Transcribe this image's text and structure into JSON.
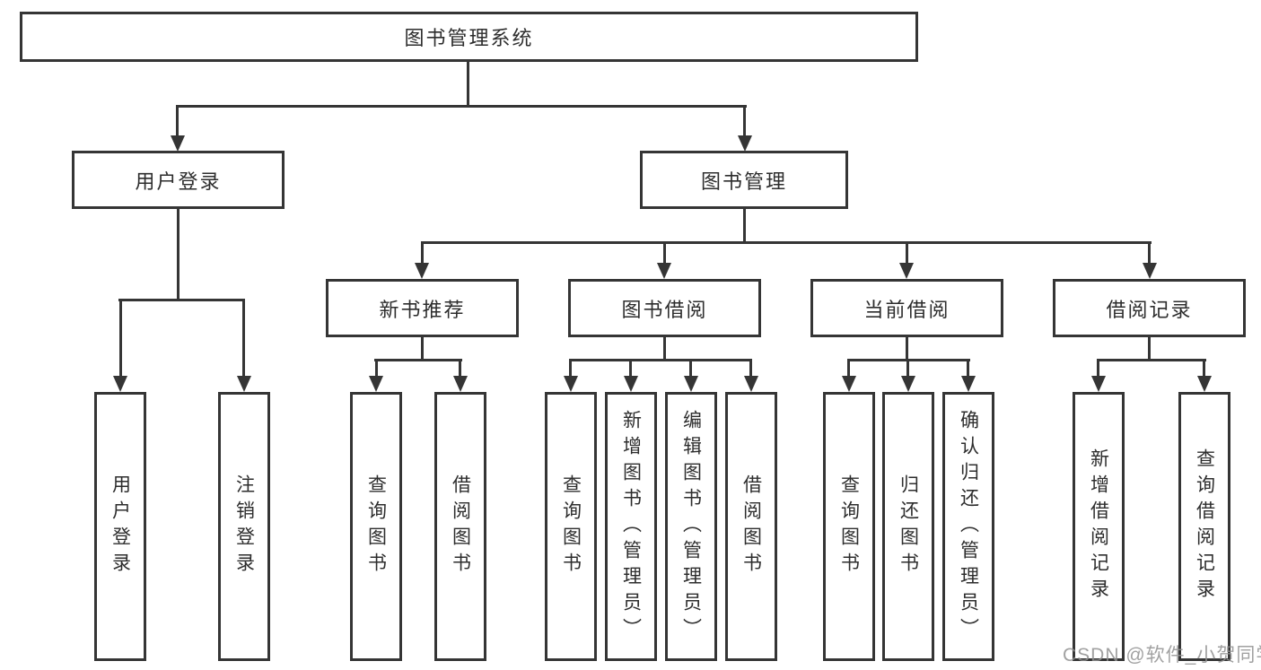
{
  "diagram": {
    "root_label": "图书管理系统",
    "branches": {
      "user_login": {
        "label": "用户登录",
        "children": [
          "用户登录",
          "注销登录"
        ]
      },
      "book_mgmt": {
        "label": "图书管理",
        "groups": [
          {
            "label": "新书推荐",
            "children": [
              "查询图书",
              "借阅图书"
            ]
          },
          {
            "label": "图书借阅",
            "children": [
              "查询图书",
              "新增图书（管理员）",
              "编辑图书（管理员）",
              "借阅图书"
            ]
          },
          {
            "label": "当前借阅",
            "children": [
              "查询图书",
              "归还图书",
              "确认归还（管理员）"
            ]
          },
          {
            "label": "借阅记录",
            "children": [
              "新增借阅记录",
              "查询借阅记录"
            ]
          }
        ]
      }
    }
  },
  "watermark": "CSDN @软件_小贺同学"
}
